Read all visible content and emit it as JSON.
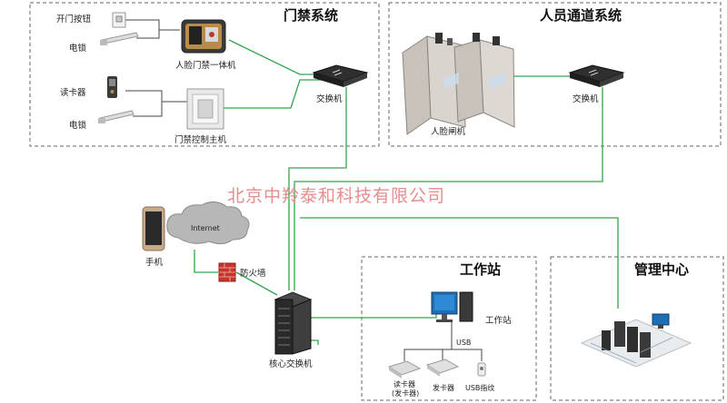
{
  "sections": {
    "access_control": "门禁系统",
    "personnel_channel": "人员通道系统",
    "workstation": "工作站",
    "management_center": "管理中心"
  },
  "devices": {
    "open_button": "开门按钮",
    "electric_lock_1": "电锁",
    "face_terminal": "人脸门禁一体机",
    "card_reader": "读卡器",
    "electric_lock_2": "电锁",
    "controller": "门禁控制主机",
    "switch_access": "交换机",
    "face_gate": "人脸闸机",
    "switch_channel": "交换机",
    "phone": "手机",
    "internet": "Internet",
    "firewall": "防火墙",
    "core_switch": "核心交换机",
    "workstation_pc": "工作站",
    "usb_label": "USB",
    "desk_reader": "读卡器\n(发卡器)",
    "card_issuer": "发卡器",
    "usb_key": "USB指纹"
  },
  "watermark": "北京中羚泰和科技有限公司",
  "colors": {
    "link_green": "#33a34d",
    "watermark_red": "#e48e8e",
    "firewall_red": "#c8352b"
  }
}
